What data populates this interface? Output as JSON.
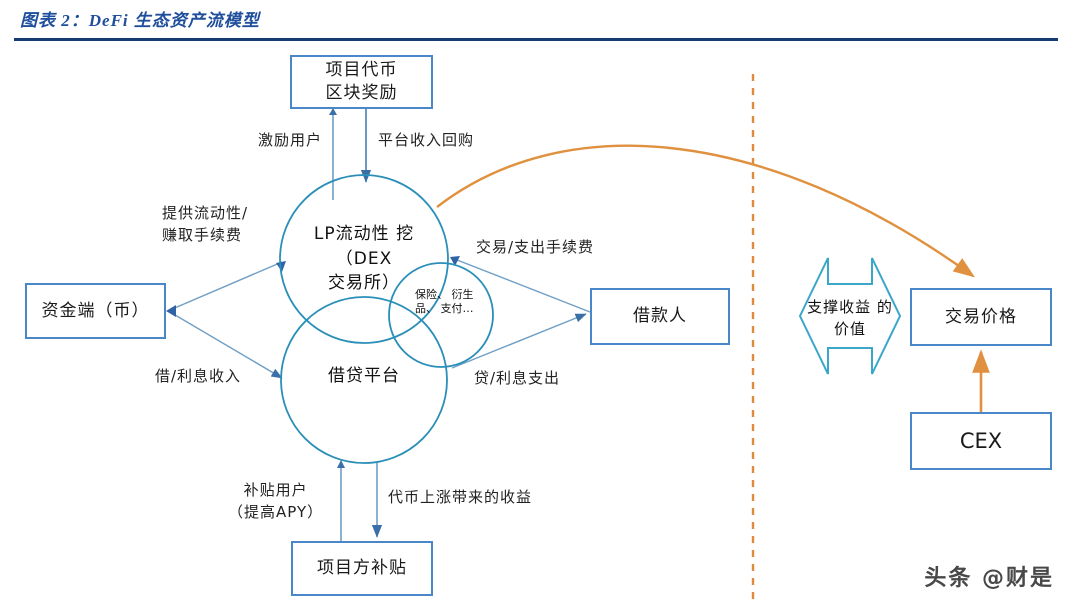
{
  "header": {
    "title": "图表 2：DeFi 生态资产流模型"
  },
  "boxes": {
    "token_reward": "项目代币\n区块奖励",
    "token_reward_line1": "项目代币",
    "token_reward_line2": "区块奖励",
    "capital_side": "资金端（币）",
    "borrower": "借款人",
    "trade_price": "交易价格",
    "cex": "CEX",
    "project_subsidy": "项目方补贴"
  },
  "circles": {
    "dex_line1": "LP流动性",
    "dex_line2": "挖（DEX",
    "dex_line3": "交易所）",
    "lending": "借贷平台",
    "others_line1": "保险、",
    "others_line2": "衍生品、",
    "others_line3": "支付…"
  },
  "edge_labels": {
    "incentive_users": "激励用户",
    "platform_revenue_buyback": "平台收入回购",
    "provide_liquidity_l1": "提供流动性/",
    "provide_liquidity_l2": "赚取手续费",
    "trade_fee_out": "交易/支出手续费",
    "interest_income": "借/利息收入",
    "loan_interest_expense": "贷/利息支出",
    "subsidy_users_l1": "补贴用户",
    "subsidy_users_l2": "（提高APY）",
    "token_rise_yield": "代币上涨带来的收益"
  },
  "callout": {
    "support_yield_l1": "支撑收益",
    "support_yield_l2": "的价值"
  },
  "watermark": "头条 @财是",
  "colors": {
    "title_blue": "#1f4e9c",
    "rule_navy": "#153d72",
    "box_border": "#4a87c9",
    "circle_stroke": "#2a8fb8",
    "arrow_blue": "#4a7fb5",
    "accent_orange": "#e09a4a",
    "divider_orange": "#e08b3c",
    "callout_teal": "#3aa6c9"
  }
}
